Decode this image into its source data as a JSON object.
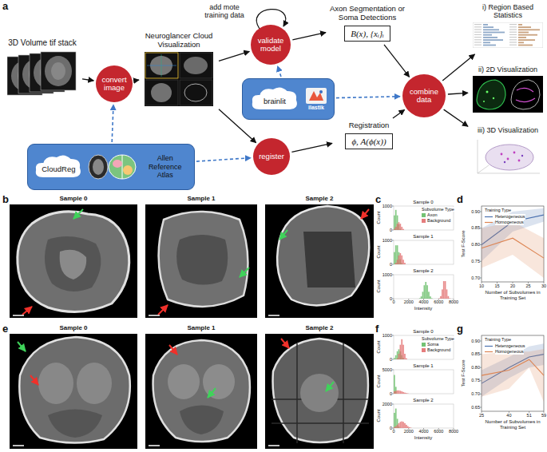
{
  "diagram": {
    "nodes": [
      {
        "text": [
          "3D Volume tif stack"
        ]
      },
      {
        "text": [
          "convert image"
        ]
      },
      {
        "text": [
          "Neuroglancer Cloud Visualization"
        ]
      },
      {
        "text": [
          "validate model"
        ]
      },
      {
        "text": [
          "Axon Segmentation or Soma Detections",
          "B(x), {xᵢ}ᵢ"
        ]
      },
      {
        "text": [
          "brainlit",
          "ilastik"
        ]
      },
      {
        "text": [
          "register"
        ]
      },
      {
        "text": [
          "Registration",
          "ϕ, A(ϕ(x))"
        ]
      },
      {
        "text": [
          "combine data"
        ]
      },
      {
        "text": [
          "i) Region Based Statistics"
        ]
      },
      {
        "text": [
          "ii) 2D Visualization"
        ]
      },
      {
        "text": [
          "iii) 3D Visualization"
        ]
      },
      {
        "text": [
          "CloudReg",
          "Allen Reference Atlas"
        ]
      }
    ],
    "edges": [
      {
        "from": 0,
        "to": 1,
        "arrow": "to"
      },
      {
        "from": 1,
        "to": 2,
        "arrow": "to"
      },
      {
        "from": 2,
        "to": 3,
        "arrow": "to"
      },
      {
        "from": 2,
        "to": 6,
        "arrow": "to"
      },
      {
        "from": 3,
        "to": 4,
        "arrow": "to"
      },
      {
        "from": 6,
        "to": 7,
        "arrow": "to"
      },
      {
        "from": 4,
        "to": 8,
        "arrow": "to"
      },
      {
        "from": 7,
        "to": 8,
        "arrow": "to"
      },
      {
        "from": 8,
        "to": 9,
        "arrow": "to"
      },
      {
        "from": 8,
        "to": 10,
        "arrow": "to"
      },
      {
        "from": 8,
        "to": 11,
        "arrow": "to"
      },
      {
        "from": 12,
        "to": 1,
        "arrow": "to"
      },
      {
        "from": 12,
        "to": 6,
        "arrow": "to"
      },
      {
        "from": 5,
        "to": 3,
        "arrow": "to"
      },
      {
        "from": 5,
        "to": 8,
        "arrow": "to"
      }
    ],
    "labels": [
      "a",
      "add mote training data",
      "b",
      "Sample 0",
      "Sample 1",
      "Sample 2",
      "c",
      "Sample 0",
      "Count",
      "1000",
      "0",
      "Subvolume Type",
      "Sample 1",
      "Count",
      "1000",
      "0",
      "Sample 2",
      "Count",
      "1000",
      "0",
      "0",
      "2000",
      "4000",
      "6000",
      "8000",
      "Intensity",
      "d",
      "Test F-Score",
      "0.90",
      "0.85",
      "0.80",
      "0.75",
      "0.70",
      "10",
      "15",
      "20",
      "25",
      "30",
      "Number of Subvolumes in Training Set",
      "Training Type",
      "e",
      "Sample 0",
      "Sample 1",
      "Sample 2",
      "f",
      "Sample 0",
      "Count",
      "1000",
      "0",
      "Subvolume Type",
      "Sample 1",
      "Count",
      "5000",
      "0",
      "Sample 2",
      "Count",
      "2000",
      "0",
      "0",
      "2000",
      "4000",
      "6000",
      "8000",
      "Intensity",
      "g",
      "Test F-Score",
      "0.90",
      "0.85",
      "0.80",
      "0.75",
      "0.70",
      "0.65",
      "25",
      "40",
      "51",
      "59",
      "Number of Subvolumes in Training Set",
      "Training Type"
    ],
    "legend": [
      {
        "text": "Axon",
        "color": "#5cb85c"
      },
      {
        "text": "Background",
        "color": "#e06666"
      },
      {
        "text": "Heterogeneous"
      },
      {
        "text": "Homogeneous"
      },
      {
        "text": "Soma",
        "color": "#5cb85c"
      },
      {
        "text": "Background",
        "color": "#e06666"
      },
      {
        "text": "Heterogeneous"
      },
      {
        "text": "Homogeneous"
      }
    ]
  }
}
